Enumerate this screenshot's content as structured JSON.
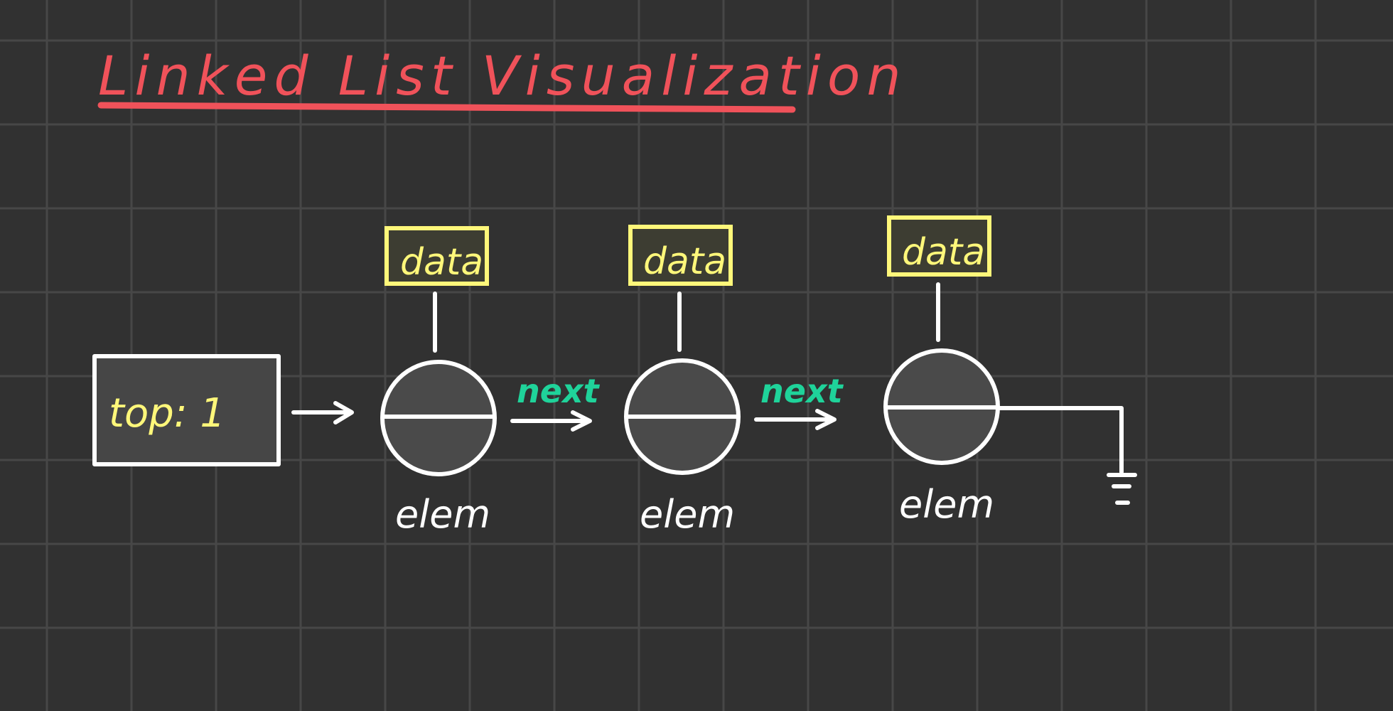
{
  "title": "Linked List Visualization",
  "head_box": {
    "label": "top: 1"
  },
  "nodes": [
    {
      "name": "node-1",
      "data_label": "data",
      "caption": "elem"
    },
    {
      "name": "node-2",
      "data_label": "data",
      "caption": "elem"
    },
    {
      "name": "node-3",
      "data_label": "data",
      "caption": "elem"
    }
  ],
  "links": [
    {
      "label": "next"
    },
    {
      "label": "next"
    }
  ],
  "colors": {
    "background": "#313131",
    "grid": "#474747",
    "title": "#f0525a",
    "data": "#fff77a",
    "link_label": "#1fd39a",
    "stroke": "#ffffff"
  },
  "icons": {
    "null_terminator": "ground-icon",
    "pointer": "arrow-right-icon"
  }
}
